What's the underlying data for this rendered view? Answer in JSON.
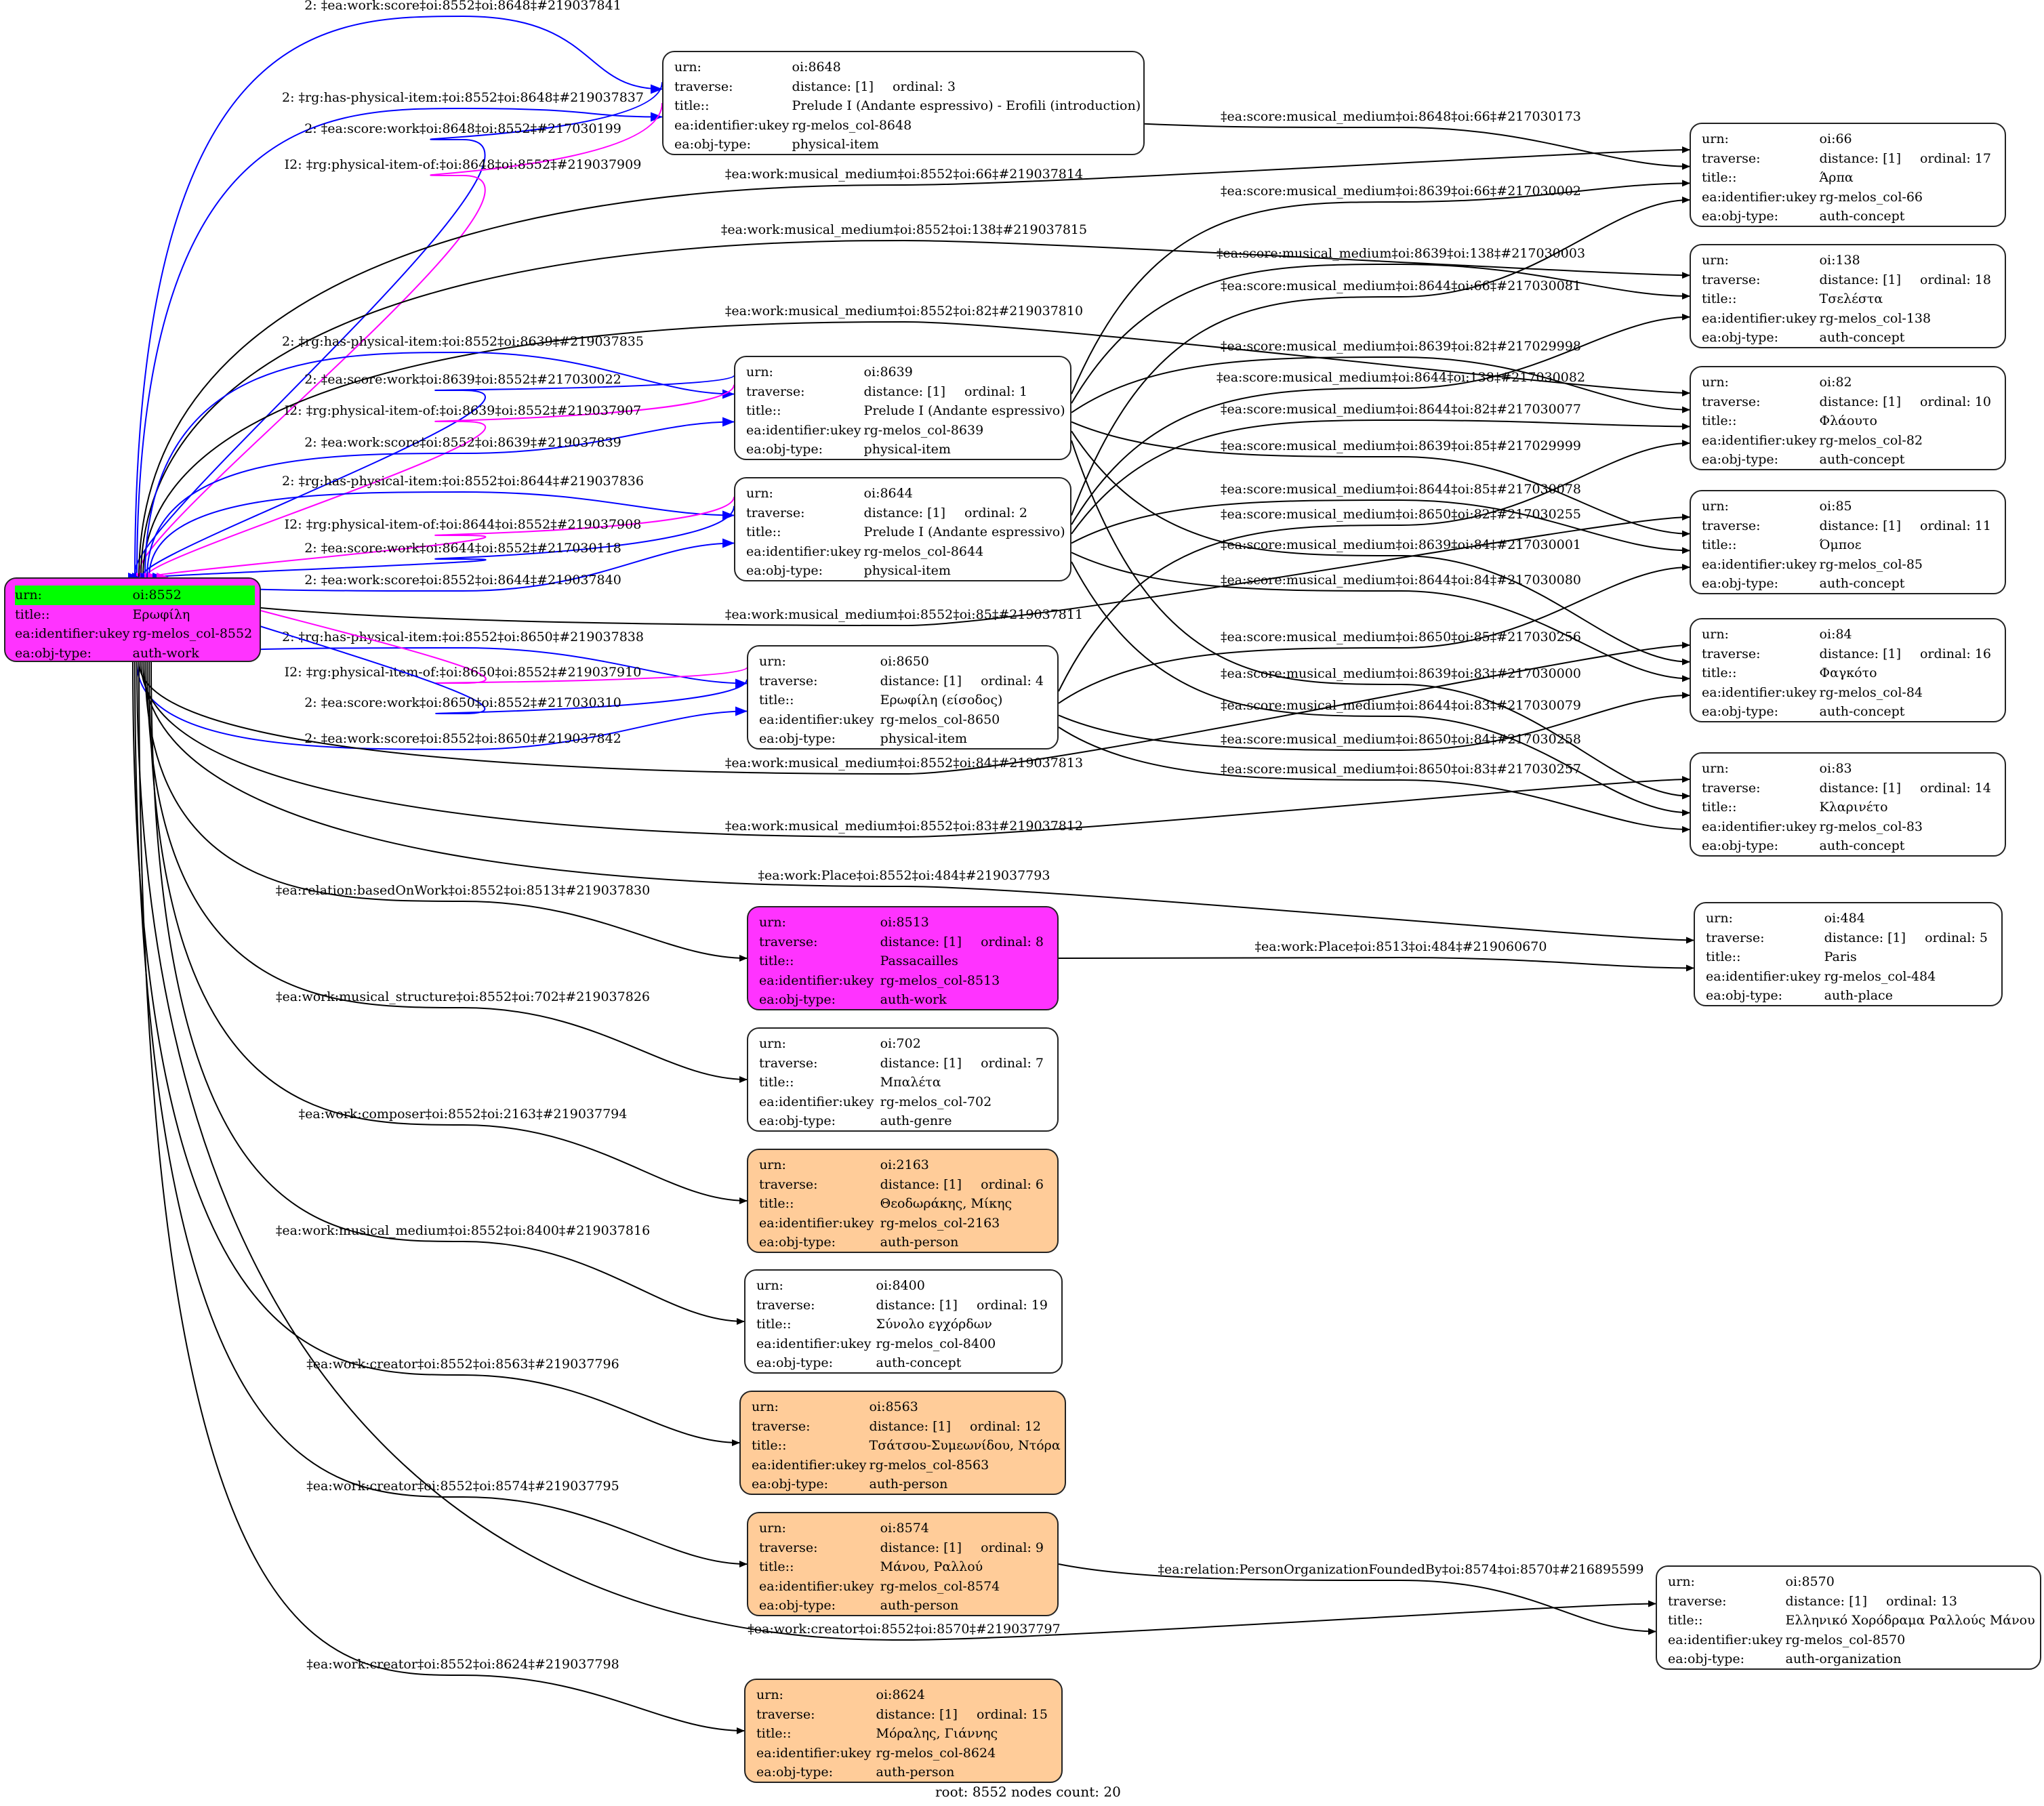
{
  "graph": {
    "root_id": "8552",
    "footer": "root: 8552 nodes count: 20",
    "colors": {
      "work_fill": "#ff33ff",
      "person_fill": "#ffcc99",
      "root_highlight": "#00ff00",
      "default_fill": "#ffffff",
      "edge_black": "#000000",
      "edge_blue": "#0000ff",
      "edge_magenta": "#ff00ff"
    },
    "labels": {
      "urn": "urn:",
      "traverse": "traverse:",
      "title": "title::",
      "ukey": "ea:identifier:ukey",
      "objtype": "ea:obj-type:"
    },
    "nodes": [
      {
        "id": "8552",
        "urn": "oi:8552",
        "title": "Ερωφίλη",
        "ukey": "rg-melos_col-8552",
        "objtype": "auth-work",
        "style": "root"
      },
      {
        "id": "8648",
        "urn": "oi:8648",
        "distance": "distance: [1]",
        "ordinal": "ordinal: 3",
        "title": "Prelude I (Andante espressivo) - Erofili (introduction)",
        "ukey": "rg-melos_col-8648",
        "objtype": "physical-item",
        "style": "default"
      },
      {
        "id": "8639",
        "urn": "oi:8639",
        "distance": "distance: [1]",
        "ordinal": "ordinal: 1",
        "title": "Prelude I (Andante espressivo)",
        "ukey": "rg-melos_col-8639",
        "objtype": "physical-item",
        "style": "default"
      },
      {
        "id": "8644",
        "urn": "oi:8644",
        "distance": "distance: [1]",
        "ordinal": "ordinal: 2",
        "title": "Prelude I (Andante espressivo)",
        "ukey": "rg-melos_col-8644",
        "objtype": "physical-item",
        "style": "default"
      },
      {
        "id": "8650",
        "urn": "oi:8650",
        "distance": "distance: [1]",
        "ordinal": "ordinal: 4",
        "title": "Ερωφίλη (είσοδος)",
        "ukey": "rg-melos_col-8650",
        "objtype": "physical-item",
        "style": "default"
      },
      {
        "id": "66",
        "urn": "oi:66",
        "distance": "distance: [1]",
        "ordinal": "ordinal: 17",
        "title": "Άρπα",
        "ukey": "rg-melos_col-66",
        "objtype": "auth-concept",
        "style": "default"
      },
      {
        "id": "138",
        "urn": "oi:138",
        "distance": "distance: [1]",
        "ordinal": "ordinal: 18",
        "title": "Τσελέστα",
        "ukey": "rg-melos_col-138",
        "objtype": "auth-concept",
        "style": "default"
      },
      {
        "id": "82",
        "urn": "oi:82",
        "distance": "distance: [1]",
        "ordinal": "ordinal: 10",
        "title": "Φλάουτο",
        "ukey": "rg-melos_col-82",
        "objtype": "auth-concept",
        "style": "default"
      },
      {
        "id": "85",
        "urn": "oi:85",
        "distance": "distance: [1]",
        "ordinal": "ordinal: 11",
        "title": "Όμποε",
        "ukey": "rg-melos_col-85",
        "objtype": "auth-concept",
        "style": "default"
      },
      {
        "id": "84",
        "urn": "oi:84",
        "distance": "distance: [1]",
        "ordinal": "ordinal: 16",
        "title": "Φαγκότο",
        "ukey": "rg-melos_col-84",
        "objtype": "auth-concept",
        "style": "default"
      },
      {
        "id": "83",
        "urn": "oi:83",
        "distance": "distance: [1]",
        "ordinal": "ordinal: 14",
        "title": "Κλαρινέτο",
        "ukey": "rg-melos_col-83",
        "objtype": "auth-concept",
        "style": "default"
      },
      {
        "id": "484",
        "urn": "oi:484",
        "distance": "distance: [1]",
        "ordinal": "ordinal: 5",
        "title": "Paris",
        "ukey": "rg-melos_col-484",
        "objtype": "auth-place",
        "style": "default"
      },
      {
        "id": "8513",
        "urn": "oi:8513",
        "distance": "distance: [1]",
        "ordinal": "ordinal: 8",
        "title": "Passacailles",
        "ukey": "rg-melos_col-8513",
        "objtype": "auth-work",
        "style": "work"
      },
      {
        "id": "702",
        "urn": "oi:702",
        "distance": "distance: [1]",
        "ordinal": "ordinal: 7",
        "title": "Μπαλέτα",
        "ukey": "rg-melos_col-702",
        "objtype": "auth-genre",
        "style": "default"
      },
      {
        "id": "2163",
        "urn": "oi:2163",
        "distance": "distance: [1]",
        "ordinal": "ordinal: 6",
        "title": "Θεοδωράκης, Μίκης",
        "ukey": "rg-melos_col-2163",
        "objtype": "auth-person",
        "style": "person"
      },
      {
        "id": "8400",
        "urn": "oi:8400",
        "distance": "distance: [1]",
        "ordinal": "ordinal: 19",
        "title": "Σύνολο εγχόρδων",
        "ukey": "rg-melos_col-8400",
        "objtype": "auth-concept",
        "style": "default"
      },
      {
        "id": "8563",
        "urn": "oi:8563",
        "distance": "distance: [1]",
        "ordinal": "ordinal: 12",
        "title": "Τσάτσου-Συμεωνίδου, Ντόρα",
        "ukey": "rg-melos_col-8563",
        "objtype": "auth-person",
        "style": "person"
      },
      {
        "id": "8574",
        "urn": "oi:8574",
        "distance": "distance: [1]",
        "ordinal": "ordinal: 9",
        "title": "Μάνου, Ραλλού",
        "ukey": "rg-melos_col-8574",
        "objtype": "auth-person",
        "style": "person"
      },
      {
        "id": "8570",
        "urn": "oi:8570",
        "distance": "distance: [1]",
        "ordinal": "ordinal: 13",
        "title": "Ελληνικό Χορόδραμα Ραλλούς Μάνου",
        "ukey": "rg-melos_col-8570",
        "objtype": "auth-organization",
        "style": "default"
      },
      {
        "id": "8624",
        "urn": "oi:8624",
        "distance": "distance: [1]",
        "ordinal": "ordinal: 15",
        "title": "Μόραλης, Γιάννης",
        "ukey": "rg-melos_col-8624",
        "objtype": "auth-person",
        "style": "person"
      }
    ],
    "edges": [
      {
        "from": "8552",
        "to": "8648",
        "color": "blue",
        "label": "2: ‡ea:work:score‡oi:8552‡oi:8648‡#219037841"
      },
      {
        "from": "8552",
        "to": "8648",
        "color": "blue",
        "label": "2: ‡rg:has-physical-item:‡oi:8552‡oi:8648‡#219037837"
      },
      {
        "from": "8648",
        "to": "8552",
        "color": "blue",
        "label": "2: ‡ea:score:work‡oi:8648‡oi:8552‡#217030199"
      },
      {
        "from": "8648",
        "to": "8552",
        "color": "magenta",
        "label": "I2: ‡rg:physical-item-of:‡oi:8648‡oi:8552‡#219037909"
      },
      {
        "from": "8552",
        "to": "66",
        "color": "black",
        "label": "‡ea:work:musical_medium‡oi:8552‡oi:66‡#219037814"
      },
      {
        "from": "8552",
        "to": "138",
        "color": "black",
        "label": "‡ea:work:musical_medium‡oi:8552‡oi:138‡#219037815"
      },
      {
        "from": "8552",
        "to": "82",
        "color": "black",
        "label": "‡ea:work:musical_medium‡oi:8552‡oi:82‡#219037810"
      },
      {
        "from": "8552",
        "to": "8639",
        "color": "blue",
        "label": "2: ‡rg:has-physical-item:‡oi:8552‡oi:8639‡#219037835"
      },
      {
        "from": "8639",
        "to": "8552",
        "color": "blue",
        "label": "2: ‡ea:score:work‡oi:8639‡oi:8552‡#217030022"
      },
      {
        "from": "8639",
        "to": "8552",
        "color": "magenta",
        "label": "I2: ‡rg:physical-item-of:‡oi:8639‡oi:8552‡#219037907"
      },
      {
        "from": "8552",
        "to": "8639",
        "color": "blue",
        "label": "2: ‡ea:work:score‡oi:8552‡oi:8639‡#219037839"
      },
      {
        "from": "8552",
        "to": "8644",
        "color": "blue",
        "label": "2: ‡rg:has-physical-item:‡oi:8552‡oi:8644‡#219037836"
      },
      {
        "from": "8644",
        "to": "8552",
        "color": "magenta",
        "label": "I2: ‡rg:physical-item-of:‡oi:8644‡oi:8552‡#219037908"
      },
      {
        "from": "8644",
        "to": "8552",
        "color": "blue",
        "label": "2: ‡ea:score:work‡oi:8644‡oi:8552‡#217030118"
      },
      {
        "from": "8552",
        "to": "8644",
        "color": "blue",
        "label": "2: ‡ea:work:score‡oi:8552‡oi:8644‡#219037840"
      },
      {
        "from": "8552",
        "to": "85",
        "color": "black",
        "label": "‡ea:work:musical_medium‡oi:8552‡oi:85‡#219037811"
      },
      {
        "from": "8552",
        "to": "8650",
        "color": "blue",
        "label": "2: ‡rg:has-physical-item:‡oi:8552‡oi:8650‡#219037838"
      },
      {
        "from": "8650",
        "to": "8552",
        "color": "magenta",
        "label": "I2: ‡rg:physical-item-of:‡oi:8650‡oi:8552‡#219037910"
      },
      {
        "from": "8650",
        "to": "8552",
        "color": "blue",
        "label": "2: ‡ea:score:work‡oi:8650‡oi:8552‡#217030310"
      },
      {
        "from": "8552",
        "to": "8650",
        "color": "blue",
        "label": "2: ‡ea:work:score‡oi:8552‡oi:8650‡#219037842"
      },
      {
        "from": "8552",
        "to": "84",
        "color": "black",
        "label": "‡ea:work:musical_medium‡oi:8552‡oi:84‡#219037813"
      },
      {
        "from": "8552",
        "to": "83",
        "color": "black",
        "label": "‡ea:work:musical_medium‡oi:8552‡oi:83‡#219037812"
      },
      {
        "from": "8552",
        "to": "484",
        "color": "black",
        "label": "‡ea:work:Place‡oi:8552‡oi:484‡#219037793"
      },
      {
        "from": "8552",
        "to": "8513",
        "color": "black",
        "label": "‡ea:relation:basedOnWork‡oi:8552‡oi:8513‡#219037830"
      },
      {
        "from": "8552",
        "to": "702",
        "color": "black",
        "label": "‡ea:work:musical_structure‡oi:8552‡oi:702‡#219037826"
      },
      {
        "from": "8552",
        "to": "2163",
        "color": "black",
        "label": "‡ea:work:composer‡oi:8552‡oi:2163‡#219037794"
      },
      {
        "from": "8552",
        "to": "8400",
        "color": "black",
        "label": "‡ea:work:musical_medium‡oi:8552‡oi:8400‡#219037816"
      },
      {
        "from": "8552",
        "to": "8563",
        "color": "black",
        "label": "‡ea:work:creator‡oi:8552‡oi:8563‡#219037796"
      },
      {
        "from": "8552",
        "to": "8574",
        "color": "black",
        "label": "‡ea:work:creator‡oi:8552‡oi:8574‡#219037795"
      },
      {
        "from": "8552",
        "to": "8570",
        "color": "black",
        "label": "‡ea:work:creator‡oi:8552‡oi:8570‡#219037797"
      },
      {
        "from": "8552",
        "to": "8624",
        "color": "black",
        "label": "‡ea:work:creator‡oi:8552‡oi:8624‡#219037798"
      },
      {
        "from": "8648",
        "to": "66",
        "color": "black",
        "label": "‡ea:score:musical_medium‡oi:8648‡oi:66‡#217030173"
      },
      {
        "from": "8639",
        "to": "66",
        "color": "black",
        "label": "‡ea:score:musical_medium‡oi:8639‡oi:66‡#217030002"
      },
      {
        "from": "8639",
        "to": "138",
        "color": "black",
        "label": "‡ea:score:musical_medium‡oi:8639‡oi:138‡#217030003"
      },
      {
        "from": "8644",
        "to": "66",
        "color": "black",
        "label": "‡ea:score:musical_medium‡oi:8644‡oi:66‡#217030081"
      },
      {
        "from": "8639",
        "to": "82",
        "color": "black",
        "label": "‡ea:score:musical_medium‡oi:8639‡oi:82‡#217029998"
      },
      {
        "from": "8644",
        "to": "138",
        "color": "black",
        "label": "‡ea:score:musical_medium‡oi:8644‡oi:138‡#217030082"
      },
      {
        "from": "8644",
        "to": "82",
        "color": "black",
        "label": "‡ea:score:musical_medium‡oi:8644‡oi:82‡#217030077"
      },
      {
        "from": "8639",
        "to": "85",
        "color": "black",
        "label": "‡ea:score:musical_medium‡oi:8639‡oi:85‡#217029999"
      },
      {
        "from": "8644",
        "to": "85",
        "color": "black",
        "label": "‡ea:score:musical_medium‡oi:8644‡oi:85‡#217030078"
      },
      {
        "from": "8650",
        "to": "82",
        "color": "black",
        "label": "‡ea:score:musical_medium‡oi:8650‡oi:82‡#217030255"
      },
      {
        "from": "8639",
        "to": "84",
        "color": "black",
        "label": "‡ea:score:musical_medium‡oi:8639‡oi:84‡#217030001"
      },
      {
        "from": "8644",
        "to": "84",
        "color": "black",
        "label": "‡ea:score:musical_medium‡oi:8644‡oi:84‡#217030080"
      },
      {
        "from": "8650",
        "to": "85",
        "color": "black",
        "label": "‡ea:score:musical_medium‡oi:8650‡oi:85‡#217030256"
      },
      {
        "from": "8639",
        "to": "83",
        "color": "black",
        "label": "‡ea:score:musical_medium‡oi:8639‡oi:83‡#217030000"
      },
      {
        "from": "8644",
        "to": "83",
        "color": "black",
        "label": "‡ea:score:musical_medium‡oi:8644‡oi:83‡#217030079"
      },
      {
        "from": "8650",
        "to": "84",
        "color": "black",
        "label": "‡ea:score:musical_medium‡oi:8650‡oi:84‡#217030258"
      },
      {
        "from": "8650",
        "to": "83",
        "color": "black",
        "label": "‡ea:score:musical_medium‡oi:8650‡oi:83‡#217030257"
      },
      {
        "from": "8513",
        "to": "484",
        "color": "black",
        "label": "‡ea:work:Place‡oi:8513‡oi:484‡#219060670"
      },
      {
        "from": "8574",
        "to": "8570",
        "color": "black",
        "label": "‡ea:relation:PersonOrganizationFoundedBy‡oi:8574‡oi:8570‡#216895599"
      }
    ]
  }
}
